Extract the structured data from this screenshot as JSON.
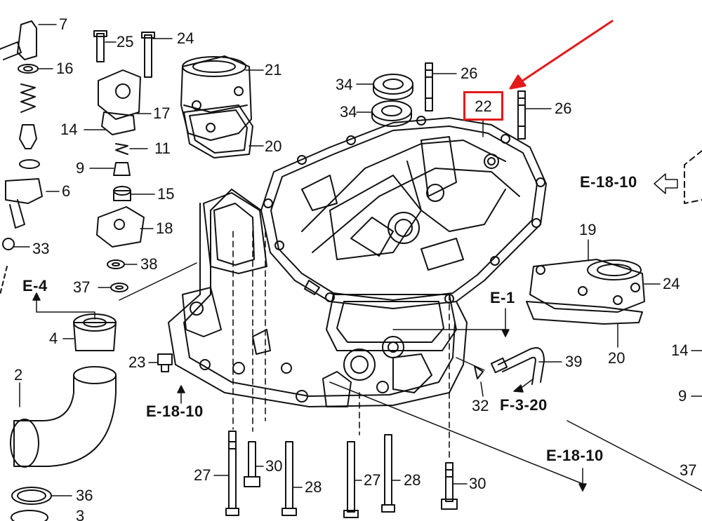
{
  "callouts": [
    "7",
    "16",
    "25",
    "24",
    "21",
    "26",
    "34",
    "34",
    "22",
    "26",
    "17",
    "14",
    "11",
    "9",
    "6",
    "15",
    "18",
    "33",
    "38",
    "37",
    "19",
    "24",
    "39",
    "20",
    "20",
    "4",
    "23",
    "2",
    "36",
    "3",
    "27",
    "30",
    "28",
    "27",
    "28",
    "30",
    "32",
    "14",
    "9",
    "37"
  ],
  "references": [
    "E-18-10",
    "E-4",
    "E-1",
    "E-18-10",
    "F-3-20",
    "E-18-10"
  ],
  "highlight": {
    "label": "22",
    "color": "#e21a1a"
  },
  "arrow_color": "#e21a1a"
}
